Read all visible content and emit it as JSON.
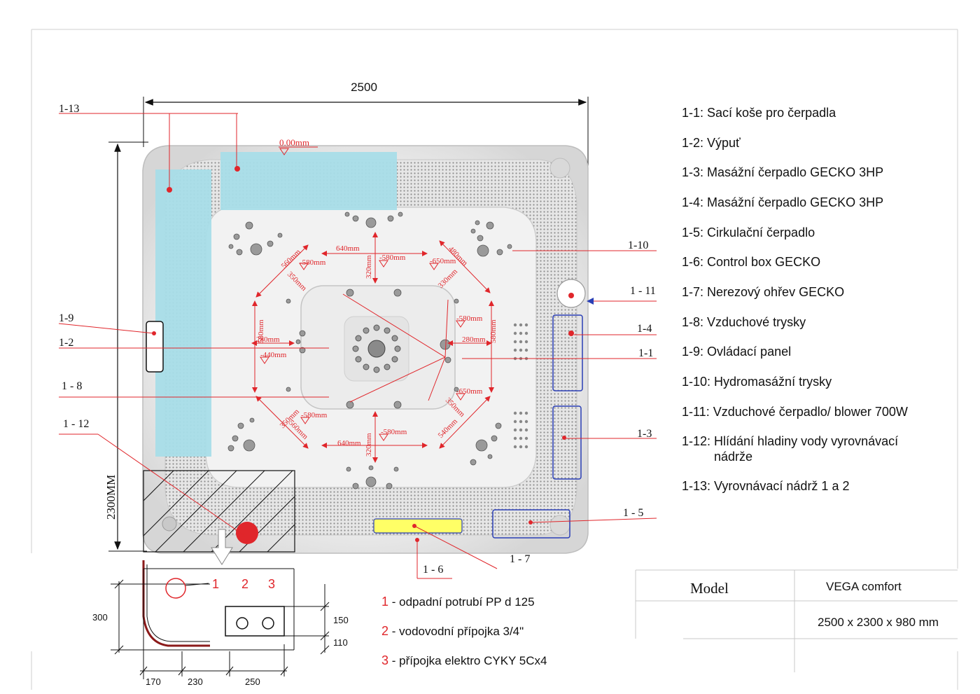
{
  "overall": {
    "width_label": "2500",
    "height_label": "2300MM"
  },
  "callouts": {
    "c1_13": "1-13",
    "c1_10": "1-10",
    "c1_11": "1 - 11",
    "c1_9": "1-9",
    "c1_4": "1-4",
    "c1_2": "1-2",
    "c1_1": "1-1",
    "c1_8": "1 - 8",
    "c1_12": "1 - 12",
    "c1_3": "1-3",
    "c1_5": "1 - 5",
    "c1_7": "1 - 7",
    "c1_6": "1 - 6"
  },
  "tub_dims": {
    "top_level": "0.00mm",
    "d640_top": "640mm",
    "d320_top": "320mm",
    "d580_top": "-580mm",
    "d580_tl": "-580mm",
    "d560_tl": "560mm",
    "d350_tl": "350mm",
    "d480_tr": "480mm",
    "d650_tr": "-650mm",
    "d330_tr": "330mm",
    "d580_left": "580mm",
    "d280_left": "280mm",
    "d440_left": "-440mm",
    "d580_right": "-580mm",
    "d280_right": "280mm",
    "d580_rv": "580mm",
    "d650_br": "-650mm",
    "d540_br": "540mm",
    "d350_br": "350mm",
    "d350_bl": "350mm",
    "d560_bl": "560mm",
    "d580_bl": "-580mm",
    "d640_bot": "640mm",
    "d320_bot": "320mm",
    "d580_bot": "-580mm"
  },
  "legend": [
    {
      "id": "l1",
      "text": "1-1: Sací koše pro čerpadla"
    },
    {
      "id": "l2",
      "text": "1-2: Výpuť"
    },
    {
      "id": "l3",
      "text": "1-3: Masážní čerpadlo GECKO 3HP"
    },
    {
      "id": "l4",
      "text": "1-4: Masážní čerpadlo GECKO 3HP"
    },
    {
      "id": "l5",
      "text": "1-5: Cirkulační čerpadlo"
    },
    {
      "id": "l6",
      "text": "1-6: Control box GECKO"
    },
    {
      "id": "l7",
      "text": "1-7: Nerezový ohřev GECKO"
    },
    {
      "id": "l8",
      "text": "1-8: Vzduchové trysky"
    },
    {
      "id": "l9",
      "text": "1-9: Ovládací panel"
    },
    {
      "id": "l10",
      "text": "1-10: Hydromasážní trysky"
    },
    {
      "id": "l11",
      "text": "1-11: Vzduchové čerpadlo/ blower 700W"
    },
    {
      "id": "l12",
      "text": "1-12: Hlídání hladiny vody vyrovnávací",
      "cont": "nádrže"
    },
    {
      "id": "l13",
      "text": "1-13: Vyrovnávací nádrž 1 a 2"
    }
  ],
  "connections": [
    {
      "num": "1",
      "text": " - odpadní potrubí PP d 125"
    },
    {
      "num": "2",
      "text": " - vodovodní přípojka 3/4\""
    },
    {
      "num": "3",
      "text": " - přípojka elektro CYKY 5Cx4"
    }
  ],
  "section": {
    "h300": "300",
    "h150": "150",
    "h110": "110",
    "w170": "170",
    "w230": "230",
    "w250": "250",
    "p1": "1",
    "p2": "2",
    "p3": "3"
  },
  "title_block": {
    "model_label": "Model",
    "model_value": "VEGA comfort",
    "size_value": "2500 x 2300 x 980 mm"
  },
  "colors": {
    "dimension_red": "#e0262b",
    "tank_blue": "#a8dde8",
    "box_blue": "#2a3fb5",
    "control_yellow": "#ffff66"
  }
}
